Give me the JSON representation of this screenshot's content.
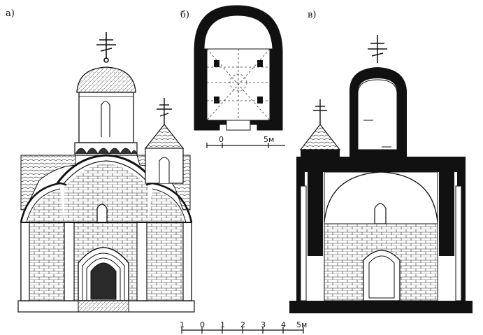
{
  "panels": {
    "a_label": "а)",
    "b_label": "б)",
    "c_label": "в)"
  },
  "plan_scale": {
    "zero": "0",
    "five": "5м"
  },
  "main_scale": {
    "ticks": [
      "1",
      "0",
      "1",
      "2",
      "3",
      "4",
      "5м"
    ]
  },
  "colors": {
    "ink": "#111111",
    "paper": "#ffffff",
    "hatch": "#555555"
  }
}
